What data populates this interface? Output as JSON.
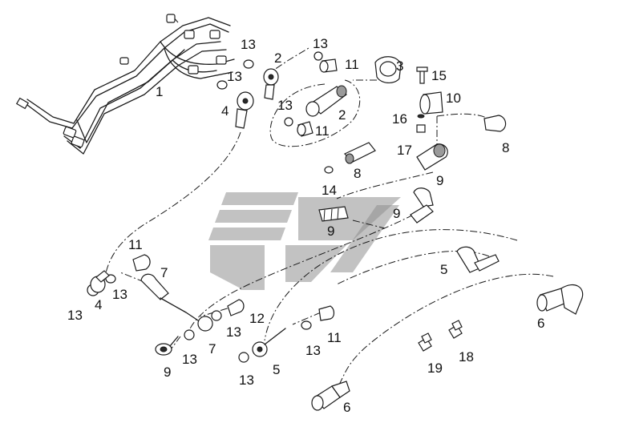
{
  "diagram": {
    "callouts": [
      {
        "id": "c1",
        "text": "1"
      },
      {
        "id": "c2a",
        "text": "2"
      },
      {
        "id": "c2b",
        "text": "2"
      },
      {
        "id": "c3",
        "text": "3"
      },
      {
        "id": "c4a",
        "text": "4"
      },
      {
        "id": "c4b",
        "text": "4"
      },
      {
        "id": "c5a",
        "text": "5"
      },
      {
        "id": "c5b",
        "text": "5"
      },
      {
        "id": "c6a",
        "text": "6"
      },
      {
        "id": "c6b",
        "text": "6"
      },
      {
        "id": "c7a",
        "text": "7"
      },
      {
        "id": "c7b",
        "text": "7"
      },
      {
        "id": "c8a",
        "text": "8"
      },
      {
        "id": "c8b",
        "text": "8"
      },
      {
        "id": "c9a",
        "text": "9"
      },
      {
        "id": "c9b",
        "text": "9"
      },
      {
        "id": "c9c",
        "text": "9"
      },
      {
        "id": "c9d",
        "text": "9"
      },
      {
        "id": "c10",
        "text": "10"
      },
      {
        "id": "c11a",
        "text": "11"
      },
      {
        "id": "c11b",
        "text": "11"
      },
      {
        "id": "c11c",
        "text": "11"
      },
      {
        "id": "c11d",
        "text": "11"
      },
      {
        "id": "c12",
        "text": "12"
      },
      {
        "id": "c13a",
        "text": "13"
      },
      {
        "id": "c13b",
        "text": "13"
      },
      {
        "id": "c13c",
        "text": "13"
      },
      {
        "id": "c13d",
        "text": "13"
      },
      {
        "id": "c13e",
        "text": "13"
      },
      {
        "id": "c13f",
        "text": "13"
      },
      {
        "id": "c13g",
        "text": "13"
      },
      {
        "id": "c13h",
        "text": "13"
      },
      {
        "id": "c13i",
        "text": "13"
      },
      {
        "id": "c13j",
        "text": "13"
      },
      {
        "id": "c14",
        "text": "14"
      },
      {
        "id": "c15",
        "text": "15"
      },
      {
        "id": "c16",
        "text": "16"
      },
      {
        "id": "c17",
        "text": "17"
      },
      {
        "id": "c18",
        "text": "18"
      },
      {
        "id": "c19",
        "text": "19"
      }
    ]
  }
}
